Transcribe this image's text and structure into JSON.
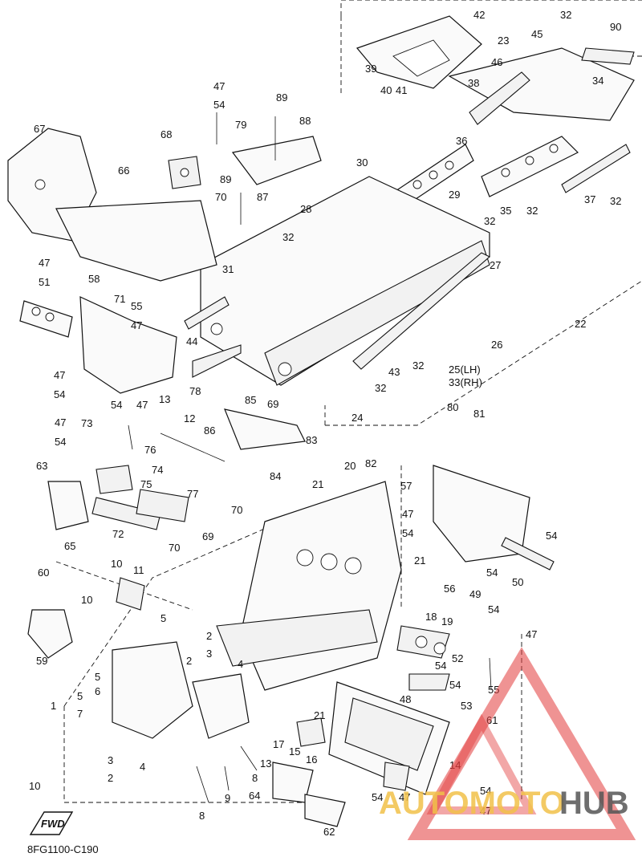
{
  "diagram": {
    "code": "8FG1100-C190",
    "fwd_label": "FWD"
  },
  "watermark": {
    "brand_a": "AUTOMOTO",
    "brand_b": "HUB",
    "color_a": "#f2c14a",
    "color_b": "#555555",
    "triangle_color": "#e23b3b"
  },
  "callouts": [
    "42",
    "23",
    "32",
    "90",
    "45",
    "46",
    "39",
    "40",
    "41",
    "38",
    "34",
    "67",
    "68",
    "47",
    "54",
    "89",
    "79",
    "88",
    "36",
    "66",
    "30",
    "87",
    "28",
    "29",
    "32",
    "70",
    "32",
    "35",
    "37",
    "32",
    "89",
    "32",
    "47",
    "51",
    "58",
    "31",
    "71",
    "55",
    "47",
    "27",
    "44",
    "22",
    "78",
    "26",
    "43",
    "32",
    "25(LH)",
    "33(RH)",
    "47",
    "54",
    "85",
    "69",
    "32",
    "54",
    "47",
    "13",
    "86",
    "24",
    "83",
    "80",
    "81",
    "47",
    "54",
    "73",
    "12",
    "76",
    "84",
    "63",
    "74",
    "75",
    "77",
    "20",
    "82",
    "21",
    "57",
    "72",
    "70",
    "47",
    "54",
    "54",
    "65",
    "69",
    "10",
    "11",
    "70",
    "21",
    "54",
    "50",
    "60",
    "49",
    "54",
    "56",
    "5",
    "10",
    "18",
    "19",
    "59",
    "2",
    "3",
    "47",
    "52",
    "54",
    "2",
    "4",
    "54",
    "1",
    "5",
    "6",
    "48",
    "55",
    "5",
    "7",
    "53",
    "61",
    "21",
    "17",
    "15",
    "16",
    "3",
    "13",
    "14",
    "2",
    "4",
    "10",
    "8",
    "9",
    "64",
    "54",
    "47",
    "54",
    "47",
    "62",
    "8"
  ]
}
